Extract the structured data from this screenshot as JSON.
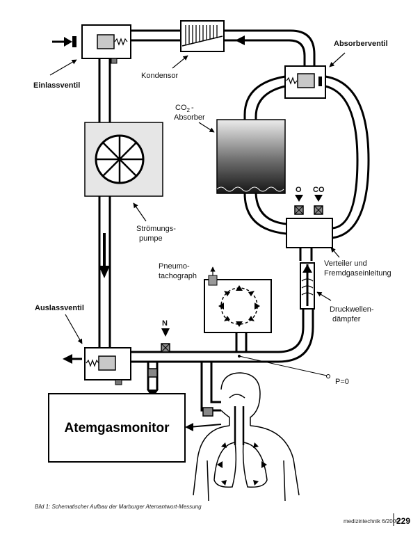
{
  "labels": {
    "einlassventil": "Einlassventil",
    "kondensor": "Kondensor",
    "absorberventil": "Absorberventil",
    "co2_line1": "CO",
    "co2_sub": "2",
    "co2_dash": "-",
    "co2_line2": "Absorber",
    "stroemungs_line1": "Strömungs-",
    "stroemungs_line2": "pumpe",
    "pneumo_line1": "Pneumo-",
    "pneumo_line2": "tachograph",
    "o_label": "O",
    "co_label": "CO",
    "verteiler_line1": "Verteiler und",
    "verteiler_line2": "Fremdgaseinleitung",
    "auslassventil": "Auslassventil",
    "n_label": "N",
    "druck_line1": "Druckwellen-",
    "druck_line2": "dämpfer",
    "p0": "P=0",
    "monitor": "Atemgasmonitor"
  },
  "caption": "Bild 1: Schematischer Aufbau der Marburger Atemantwort-Messung",
  "footer": {
    "journal": "medizintechnik 6/2009",
    "page": "229"
  },
  "colors": {
    "valve_core": "#c8c8c8",
    "pump_bg": "#e6e6e6",
    "absorber_top": "#e8e8e8",
    "absorber_bottom": "#141414"
  }
}
